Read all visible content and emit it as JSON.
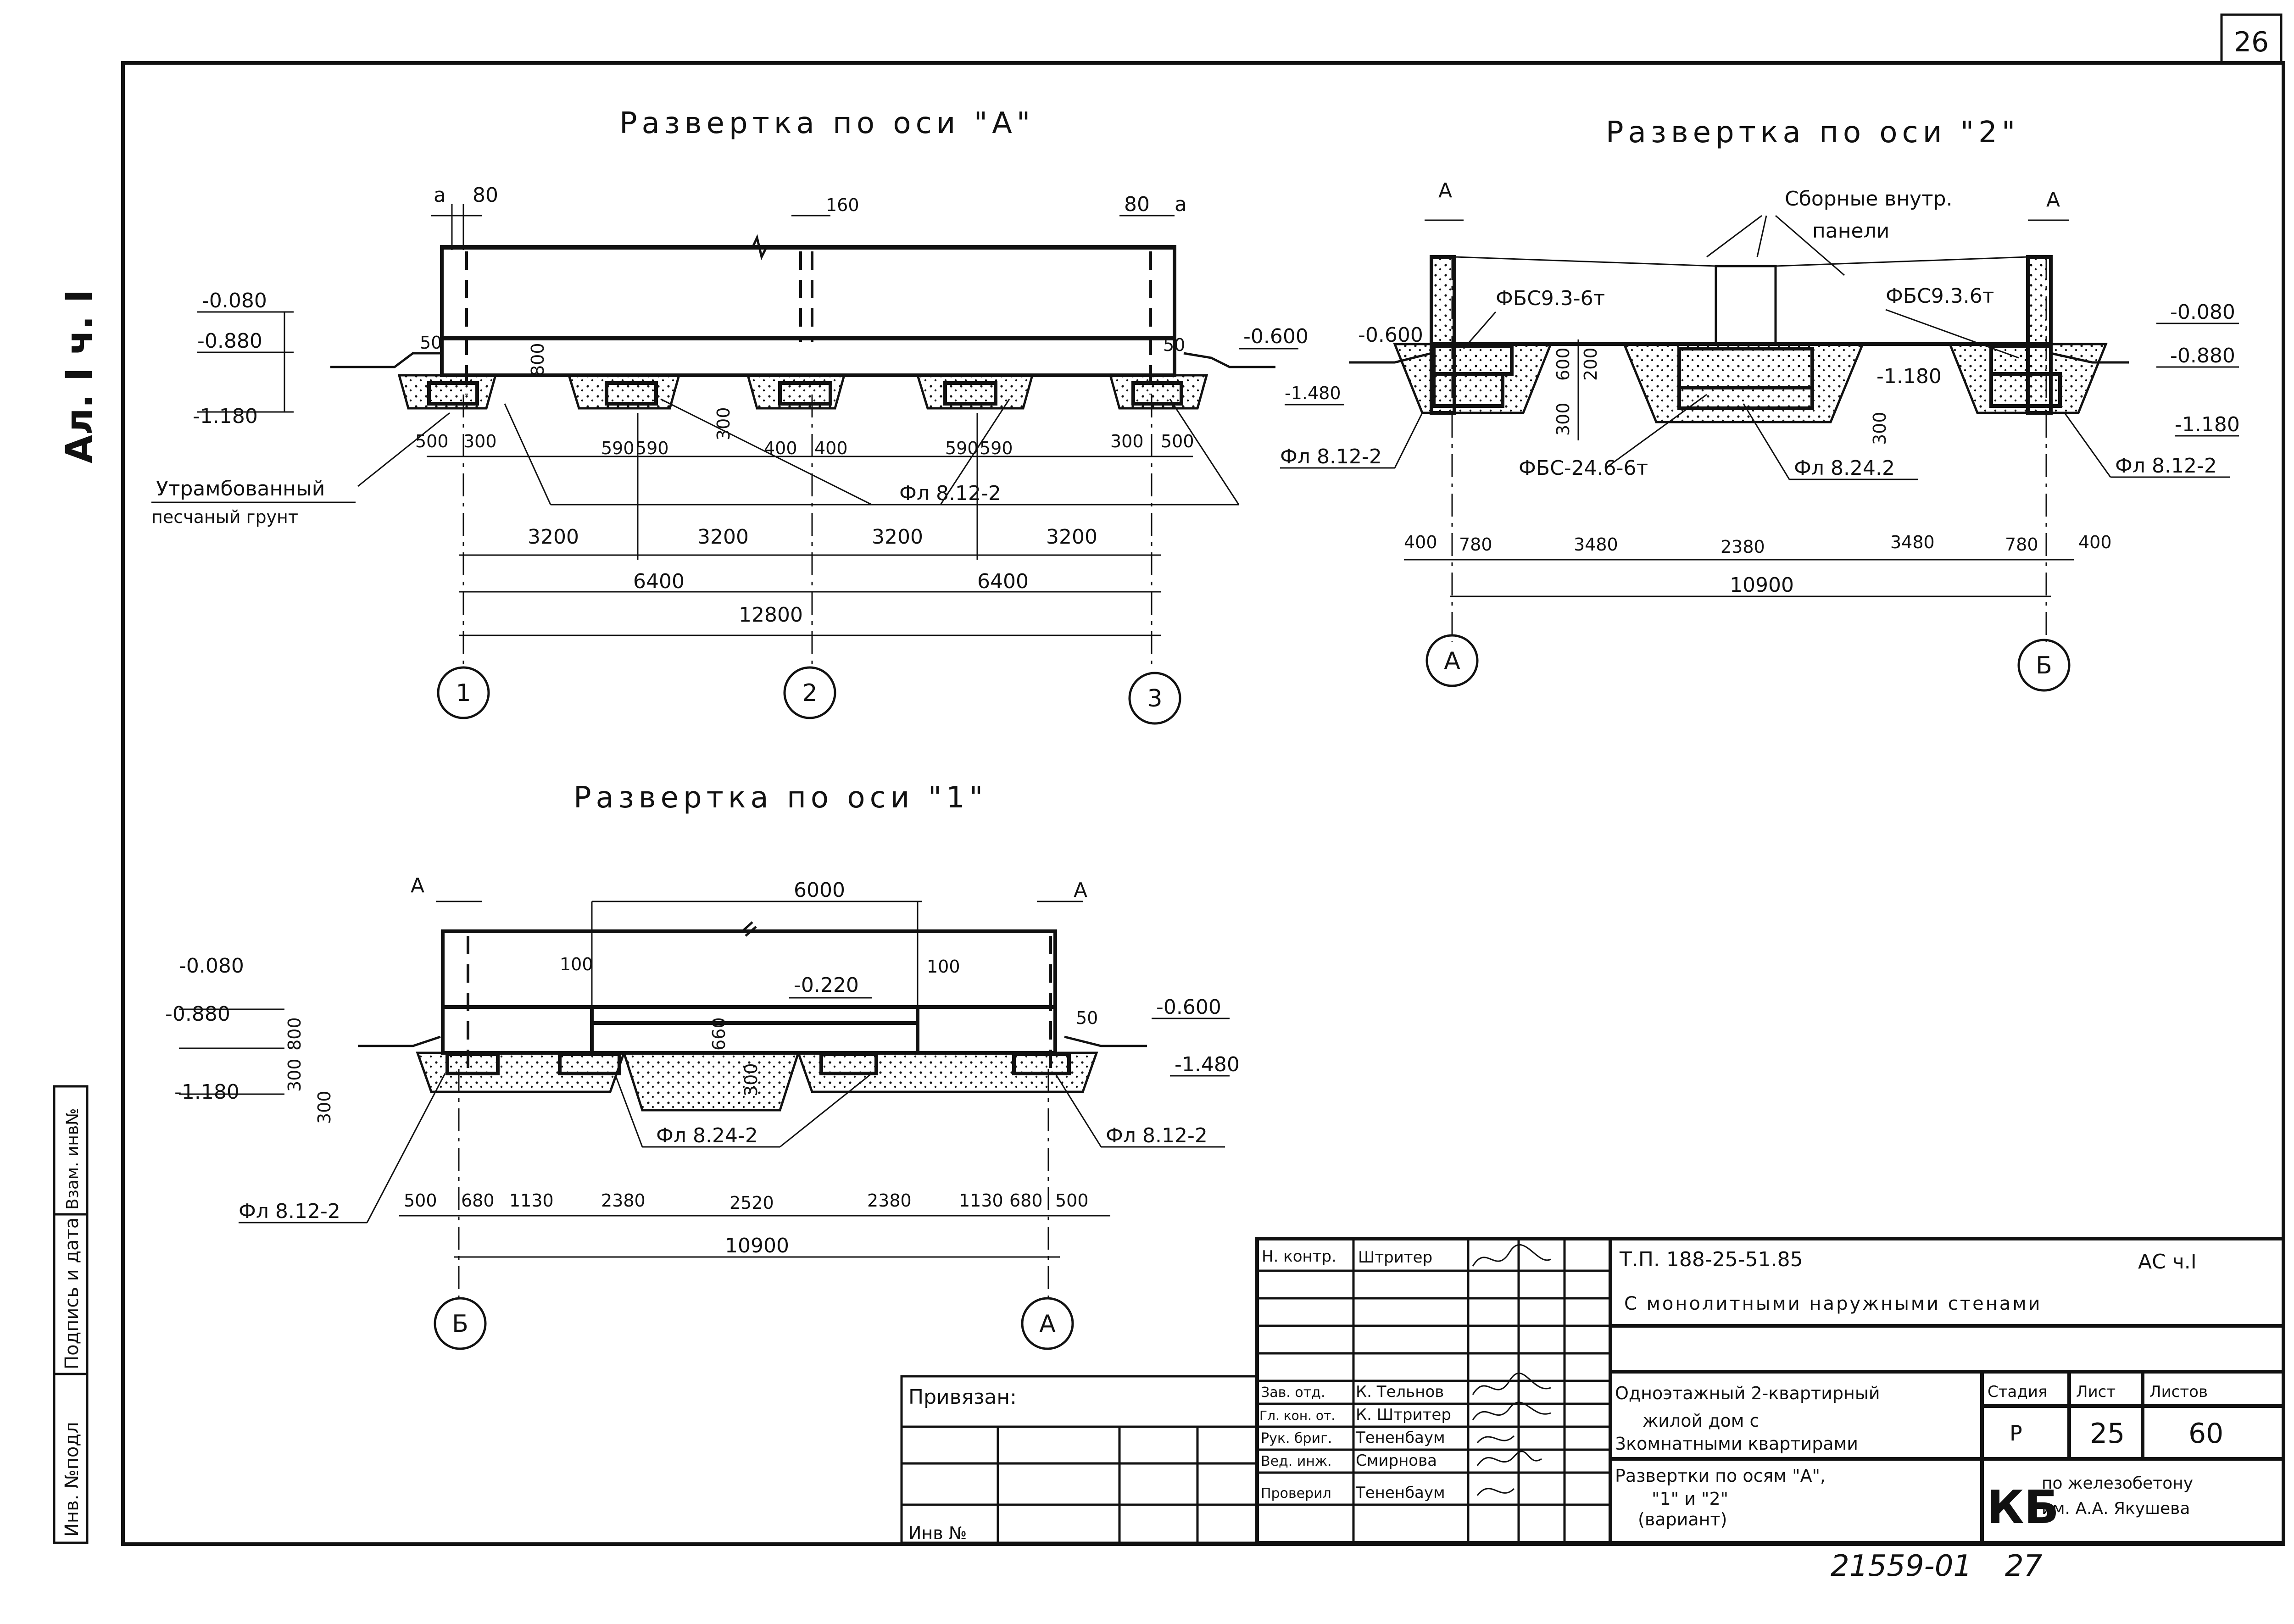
{
  "page_number": "26",
  "side_stamp": "Ал. I ч. I",
  "left_strip": {
    "c1": "Инв. №подл",
    "c2": "Подпись и дата",
    "c3": "Взам. инв№"
  },
  "drawing_a": {
    "title": "Развертка по оси \"А\"",
    "levels": [
      "-0.080",
      "-0.880",
      "-1.180",
      "-0.600"
    ],
    "top_dims": [
      "a",
      "80",
      "160",
      "80",
      "a"
    ],
    "small_dims": [
      "50",
      "800",
      "50",
      "300"
    ],
    "bottom_dims": [
      "500",
      "300",
      "590",
      "590",
      "400",
      "400",
      "590",
      "590",
      "300",
      "500"
    ],
    "span_dims": [
      "3200",
      "3200",
      "3200",
      "3200"
    ],
    "half_dims": [
      "6400",
      "6400"
    ],
    "total": "12800",
    "axes": [
      "1",
      "2",
      "3"
    ],
    "note1": "Утрамбованный",
    "note2": "песчаный грунт",
    "part": "Фл 8.12-2"
  },
  "drawing_2": {
    "title": "Развертка по оси \"2\"",
    "panels1": "Сборные внутр.",
    "panels2": "панели",
    "top_dims": [
      "А",
      "А"
    ],
    "levels": [
      "-0.600",
      "-1.480",
      "-0.080",
      "-0.880",
      "-1.180",
      "-1.180"
    ],
    "blocks": [
      "ФБС9.3-6т",
      "ФБС9.3.6т",
      "ФБС-24.6-6т"
    ],
    "parts": [
      "Фл 8.12-2",
      "Фл 8.24.2",
      "Фл 8.12-2"
    ],
    "small_dims": [
      "600",
      "200",
      "300",
      "300"
    ],
    "dims": [
      "400",
      "780",
      "3480",
      "2380",
      "3480",
      "780",
      "400"
    ],
    "total": "10900",
    "axes": [
      "А",
      "Б"
    ]
  },
  "drawing_1": {
    "title": "Развертка по оси \"1\"",
    "top_dims": [
      "А",
      "6000",
      "А"
    ],
    "small_top": [
      "100",
      "100"
    ],
    "levels": [
      "-0.080",
      "-0.880",
      "-1.180",
      "-0.220",
      "-0.600",
      "-1.480"
    ],
    "small_dims": [
      "50",
      "800",
      "300",
      "300",
      "660",
      "300"
    ],
    "parts": [
      "Фл 8.24-2",
      "Фл 8.12-2",
      "Фл 8.12-2"
    ],
    "dims": [
      "500",
      "680",
      "1130",
      "2380",
      "2520",
      "2380",
      "1130",
      "680",
      "500"
    ],
    "total": "10900",
    "axes": [
      "Б",
      "А"
    ]
  },
  "title_block": {
    "project": "Т.П. 188-25-51.85",
    "sheet_code": "АС ч.I",
    "subtitle": "С монолитными наружными стенами",
    "bound": "Привязан:",
    "inv": "Инв №",
    "roles": [
      {
        "role": "Н. контр.",
        "name": "Штритер"
      },
      {
        "role": "Зав. отд.",
        "name": "К. Тельнов"
      },
      {
        "role": "Гл. кон. от.",
        "name": "К. Штритер"
      },
      {
        "role": "Рук. бриг.",
        "name": "Тененбаум"
      },
      {
        "role": "Вед. инж.",
        "name": "Смирнова"
      },
      {
        "role": "Проверил",
        "name": "Тененбаум"
      }
    ],
    "building1": "Одноэтажный 2-квартирный",
    "building2": "жилой дом с",
    "building3": "3комнатными квартирами",
    "sheet_title1": "Развертки по осям \"А\",",
    "sheet_title2": "\"1\" и \"2\"",
    "sheet_title3": "(вариант)",
    "stage_label": "Стадия",
    "sheet_label": "Лист",
    "sheets_label": "Листов",
    "stage": "Р",
    "sheet": "25",
    "sheets": "60",
    "org_logo": "КБ",
    "org1": "по железобетону",
    "org2": "им. А.А. Якушева"
  },
  "footer_code": "21559-01",
  "footer_page": "27"
}
